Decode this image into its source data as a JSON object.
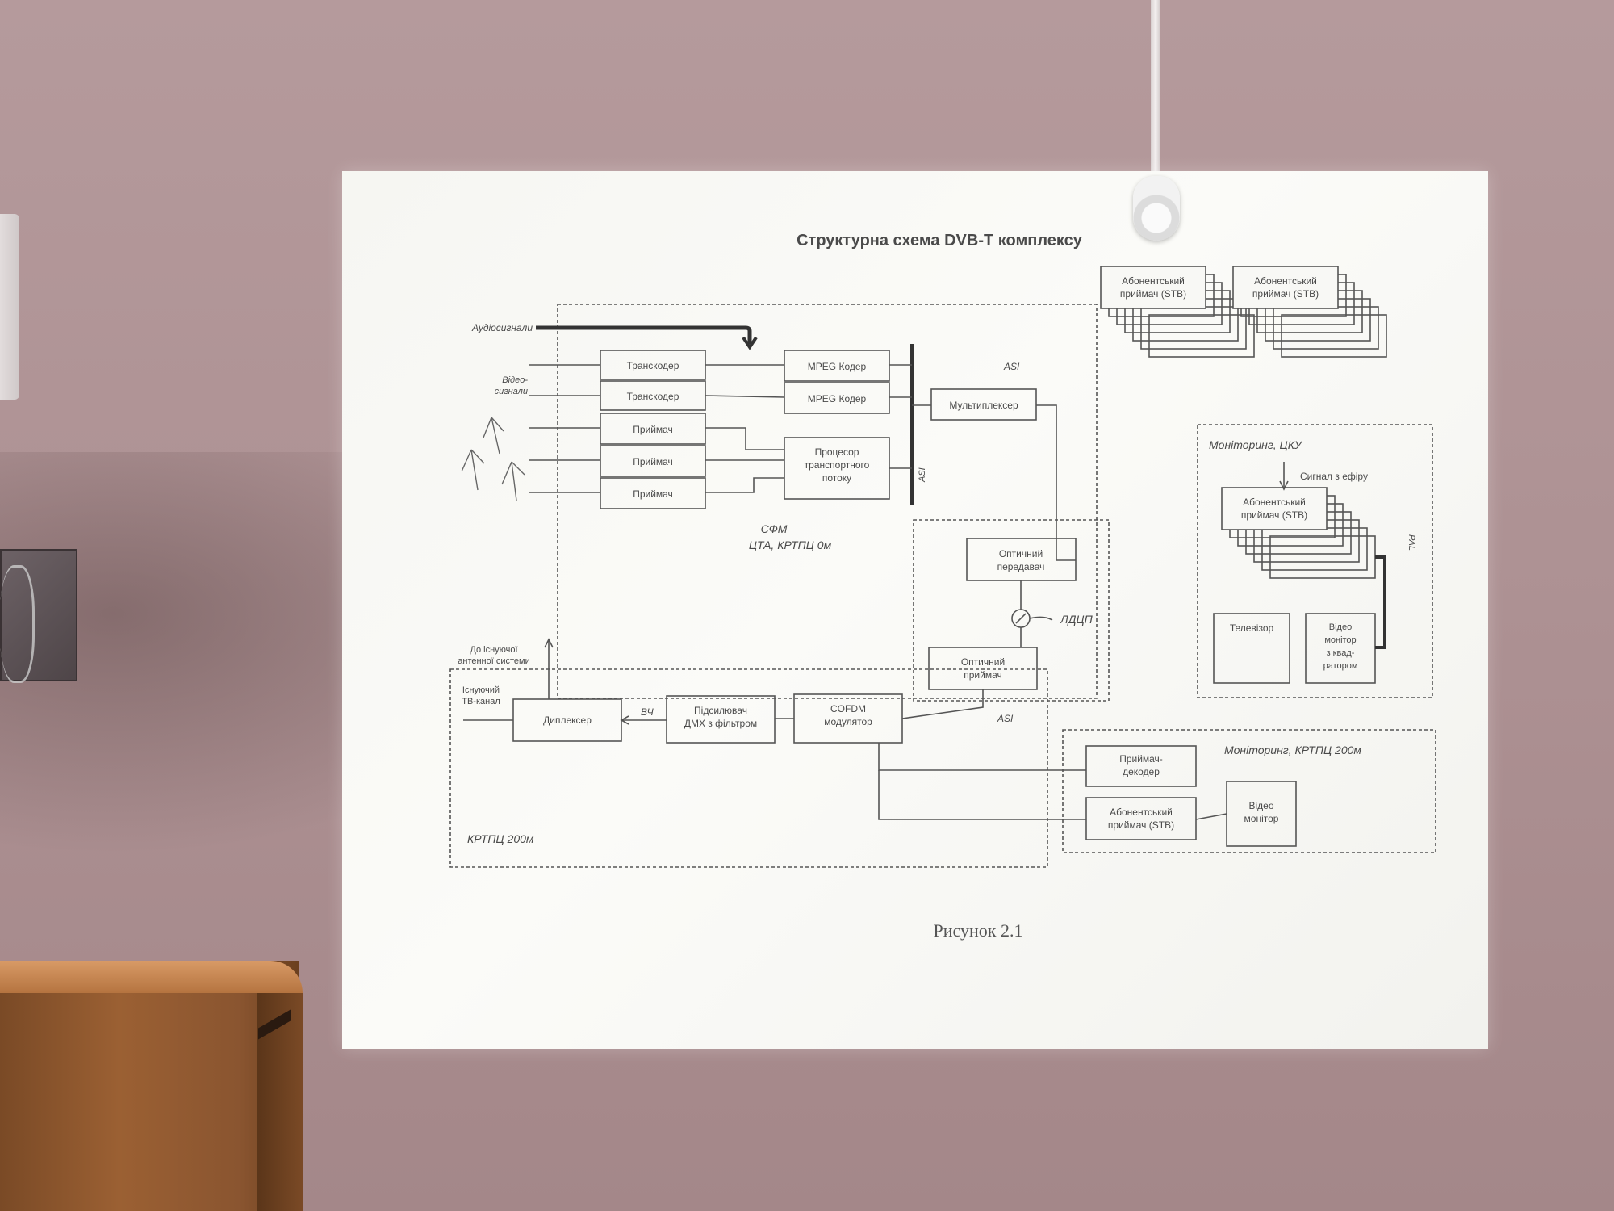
{
  "slide": {
    "title": "Структурна схема DVB-T комплексу",
    "caption": "Рисунок 2.1",
    "sources": {
      "audio": "Аудіосигнали",
      "video": [
        "Відео-",
        "сигнали"
      ]
    },
    "blocks": {
      "transcoder1": "Транскодер",
      "transcoder2": "Транскодер",
      "receiver1": "Приймач",
      "receiver2": "Приймач",
      "receiver3": "Приймач",
      "mpeg1": "MPEG Кодер",
      "mpeg2": "MPEG Кодер",
      "ts_processor": [
        "Процесор",
        "транспортного",
        "потоку"
      ],
      "multiplexer": "Мультиплексер",
      "optical_tx": [
        "Оптичний",
        "передавач"
      ],
      "optical_rx": [
        "Оптичний",
        "приймач"
      ],
      "cofdm": [
        "COFDM",
        "модулятор"
      ],
      "amplifier": [
        "Підсилювач",
        "ДМХ з фільтром"
      ],
      "diplexer": "Диплексер",
      "rx_decoder": [
        "Приймач-",
        "декодер"
      ],
      "stb_bottom": [
        "Абонентський",
        "приймач (STB)"
      ],
      "video_monitor_bottom": [
        "Відео",
        "монітор"
      ],
      "stb_top_left": [
        "Абонентський",
        "приймач (STB)"
      ],
      "stb_top_right": [
        "Абонентський",
        "приймач (STB)"
      ],
      "stb_cku": [
        "Абонентський",
        "приймач (STB)"
      ],
      "tv": "Телевізор",
      "video_monitor_quad": [
        "Відео",
        "монітор",
        "з квад-",
        "ратором"
      ]
    },
    "labels": {
      "asi_top": "ASI",
      "asi_vertical": "ASI",
      "asi_bottom": "ASI",
      "sfm": "СФМ",
      "cta": "ЦТА, КРТПЦ 0м",
      "ldcp": "ЛДЦП",
      "monitoring_cku": "Моніторинг, ЦКУ",
      "signal_air": "Сигнал з ефіру",
      "pal": "PAL",
      "monitoring_krtpc": "Моніторинг, КРТПЦ 200м",
      "to_antenna": [
        "До існуючої",
        "антенної системи"
      ],
      "existing_tv": [
        "Існуючий",
        "ТВ-канал"
      ],
      "vch": "ВЧ",
      "krtpc": "КРТПЦ  200м"
    }
  }
}
